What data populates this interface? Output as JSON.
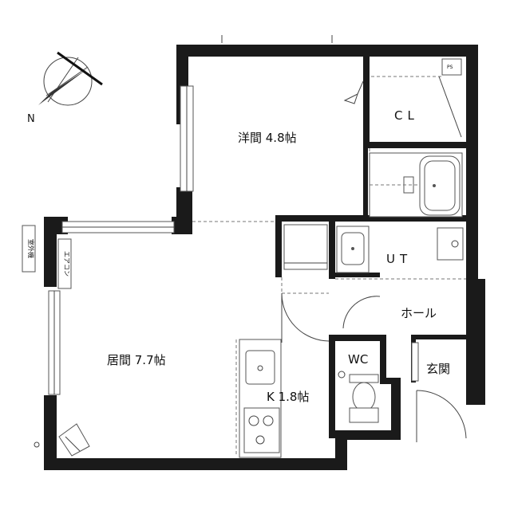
{
  "rooms": {
    "western": "洋間 4.8帖",
    "closet": "CL",
    "utility": "UT",
    "hall": "ホール",
    "wc": "WC",
    "entrance": "玄関",
    "living": "居間 7.7帖",
    "kitchen": "K 1.8帖"
  },
  "labels": {
    "outdoor_unit": "室外機",
    "aircon": "エアコン",
    "north": "N"
  }
}
